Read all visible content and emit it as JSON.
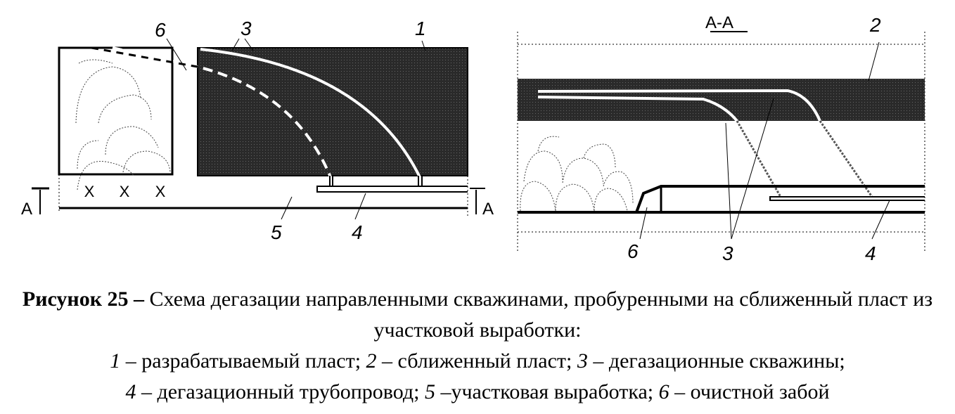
{
  "diagram": {
    "plan_labels": {
      "l6": "6",
      "l3": "3",
      "l1": "1",
      "l5": "5",
      "l4": "4",
      "cut_left": "A",
      "cut_right": "A"
    },
    "section_labels": {
      "title": "А-А",
      "l2": "2",
      "l6": "6",
      "l3": "3",
      "l4": "4"
    },
    "colors": {
      "seam": "#2a2a2a",
      "line": "#000000",
      "bore": "#ffffff"
    }
  },
  "caption": {
    "figure_label": "Рисунок 25 –",
    "title": " Схема дегазации направленными скважинами, пробуренными на сближенный пласт из участковой выработки:",
    "legend": [
      {
        "num": "1",
        "text": " – разрабатываемый пласт;"
      },
      {
        "num": "2",
        "text": " – сближенный пласт;"
      },
      {
        "num": "3",
        "text": " – дегазационные скважины;"
      },
      {
        "num": "4",
        "text": " – дегазационный трубопровод;"
      },
      {
        "num": "5",
        "text": " –участковая выработка;"
      },
      {
        "num": "6",
        "text": " – очистной забой"
      }
    ]
  }
}
